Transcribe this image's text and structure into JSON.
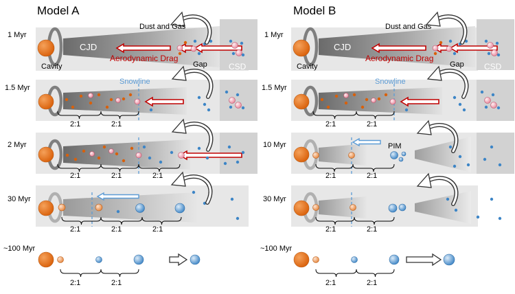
{
  "panel_a": {
    "title": "Model A",
    "rows": [
      {
        "time": "1 Myr",
        "labels": {
          "dust_gas": "Dust and Gas",
          "cjd": "CJD",
          "drag": "Aerodynamic Drag",
          "cavity": "Cavity",
          "gap": "Gap"
        }
      },
      {
        "time": "1.5 Myr",
        "labels": {
          "snowline": "Snowline",
          "ratio1": "2:1",
          "ratio2": "2:1"
        }
      },
      {
        "time": "2 Myr",
        "labels": {
          "ratio1": "2:1",
          "ratio2": "2:1",
          "ratio3": "2:1"
        }
      },
      {
        "time": "30 Myr",
        "labels": {
          "ratio1": "2:1",
          "ratio2": "2:1",
          "ratio3": "2:1"
        }
      },
      {
        "time": "~100 Myr",
        "labels": {
          "ratio1": "2:1",
          "ratio2": "2:1"
        }
      }
    ]
  },
  "panel_b": {
    "title": "Model B",
    "rows": [
      {
        "time": "1 Myr",
        "labels": {
          "dust_gas": "Dust and Gas",
          "cjd": "CJD",
          "drag": "Aerodynamic Drag",
          "cavity": "Cavity",
          "gap": "Gap",
          "csd": "CSD"
        }
      },
      {
        "time": "1.5 Myr",
        "labels": {
          "snowline": "Snowline",
          "ratio1": "2:1",
          "ratio2": "2:1"
        }
      },
      {
        "time": "10 Myr",
        "labels": {
          "pim": "PIM",
          "ratio1": "2:1",
          "ratio2": "2:1"
        }
      },
      {
        "time": "30 Myr",
        "labels": {
          "ratio1": "2:1",
          "ratio2": "2:1"
        }
      },
      {
        "time": "~100 Myr",
        "labels": {
          "ratio1": "2:1",
          "ratio2": "2:1"
        }
      }
    ]
  },
  "shared": {
    "csd": "CSD"
  },
  "colors": {
    "star": "#e36c0a",
    "rocky": "#f4b183",
    "icy": "#5b9bd5",
    "pink": "#f2b8c6",
    "drag_arrow": "#c00000",
    "snowline": "#5b9bd5",
    "ring": "#808080",
    "disk_dark": "#707070",
    "disk_light": "#d9d9d9",
    "background": "#e8e8e8"
  }
}
